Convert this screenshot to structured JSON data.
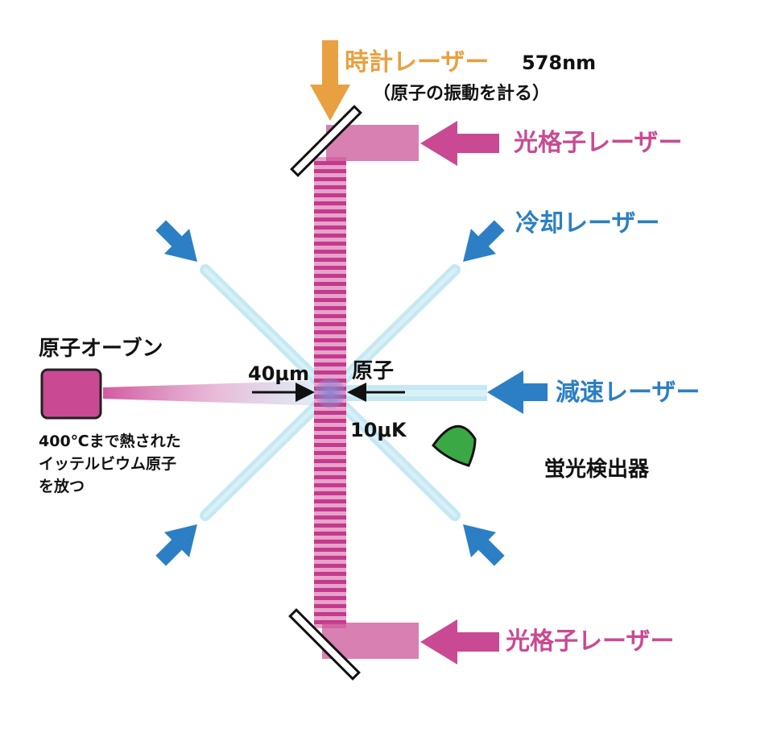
{
  "labels": {
    "clock_laser": "時計レーザー",
    "clock_wavelength": "578nm",
    "clock_note": "（原子の振動を計る）",
    "lattice_laser_top": "光格子レーザー",
    "lattice_laser_bottom": "光格子レーザー",
    "cooling_laser": "冷却レーザー",
    "slowing_laser": "減速レーザー",
    "atom_oven": "原子オーブン",
    "oven_note_line1": "400℃まで熱された",
    "oven_note_line2": "イッテルビウム原子",
    "oven_note_line3": "を放つ",
    "cloud_size": "40μm",
    "atom": "原子",
    "temperature": "10μK",
    "detector": "蛍光検出器"
  },
  "colors": {
    "clock": "#e8a040",
    "lattice": "#c94a92",
    "cooling": "#2c7fc4",
    "beam_glow": "#bfe6f2",
    "detector": "#3aa845",
    "atom_cloud": "#8a86d0"
  }
}
